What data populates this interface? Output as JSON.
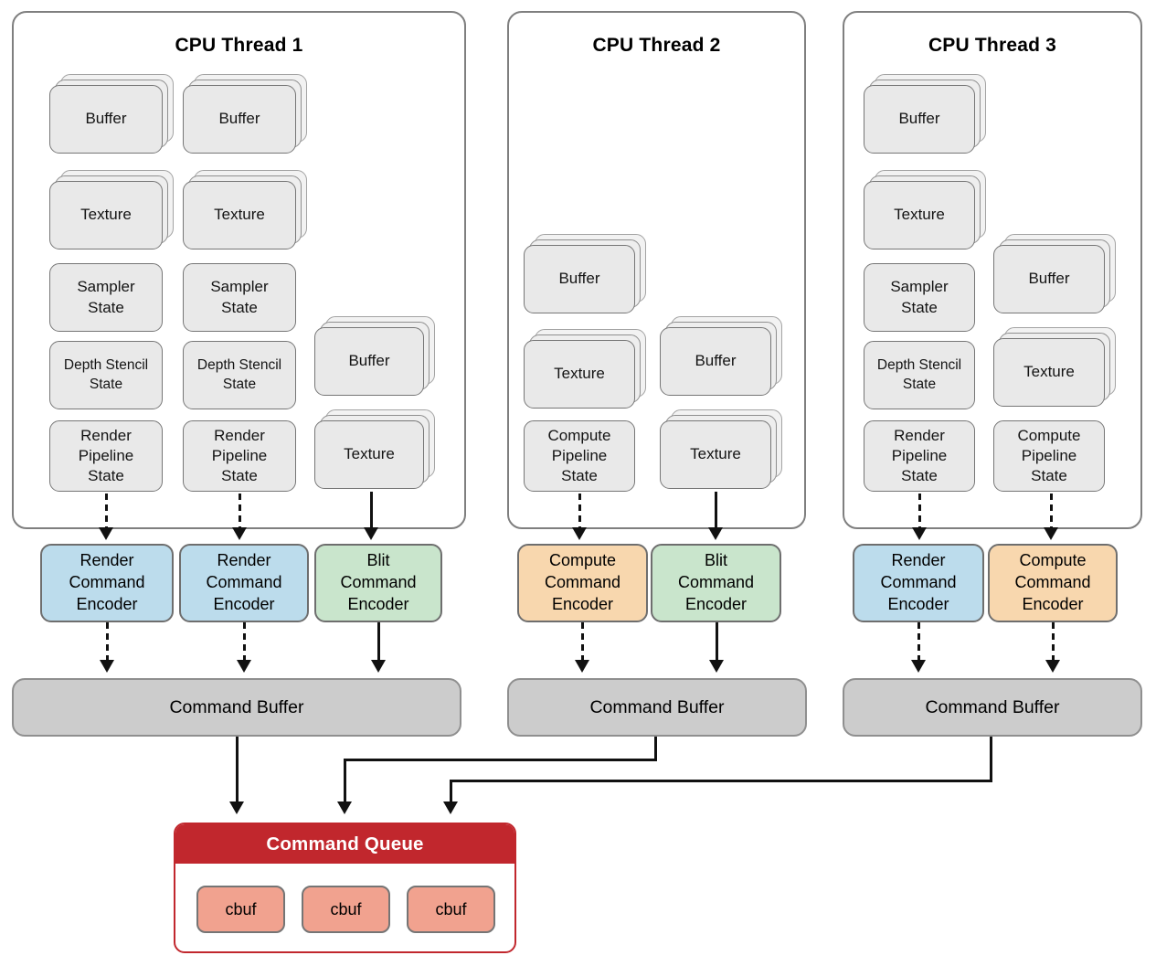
{
  "threads": [
    {
      "title": "CPU Thread 1",
      "resources": [
        {
          "label": "Buffer",
          "stacked": true
        },
        {
          "label": "Buffer",
          "stacked": true
        },
        {
          "label": "Texture",
          "stacked": true
        },
        {
          "label": "Texture",
          "stacked": true
        },
        {
          "label": "Sampler\nState",
          "stacked": false
        },
        {
          "label": "Sampler\nState",
          "stacked": false
        },
        {
          "label": "Depth Stencil\nState",
          "stacked": false
        },
        {
          "label": "Depth Stencil\nState",
          "stacked": false
        },
        {
          "label": "Render\nPipeline\nState",
          "stacked": false
        },
        {
          "label": "Render\nPipeline\nState",
          "stacked": false
        },
        {
          "label": "Buffer",
          "stacked": true
        },
        {
          "label": "Texture",
          "stacked": true
        }
      ],
      "encoders": [
        {
          "label": "Render\nCommand\nEncoder",
          "type": "render"
        },
        {
          "label": "Render\nCommand\nEncoder",
          "type": "render"
        },
        {
          "label": "Blit\nCommand\nEncoder",
          "type": "blit"
        }
      ],
      "command_buffer": "Command Buffer"
    },
    {
      "title": "CPU Thread 2",
      "resources": [
        {
          "label": "Buffer",
          "stacked": true
        },
        {
          "label": "Texture",
          "stacked": true
        },
        {
          "label": "Compute\nPipeline\nState",
          "stacked": false
        },
        {
          "label": "Buffer",
          "stacked": true
        },
        {
          "label": "Texture",
          "stacked": true
        }
      ],
      "encoders": [
        {
          "label": "Compute\nCommand\nEncoder",
          "type": "compute"
        },
        {
          "label": "Blit\nCommand\nEncoder",
          "type": "blit"
        }
      ],
      "command_buffer": "Command Buffer"
    },
    {
      "title": "CPU Thread 3",
      "resources": [
        {
          "label": "Buffer",
          "stacked": true
        },
        {
          "label": "Texture",
          "stacked": true
        },
        {
          "label": "Sampler\nState",
          "stacked": false
        },
        {
          "label": "Depth Stencil\nState",
          "stacked": false
        },
        {
          "label": "Render\nPipeline\nState",
          "stacked": false
        },
        {
          "label": "Buffer",
          "stacked": true
        },
        {
          "label": "Texture",
          "stacked": true
        },
        {
          "label": "Compute\nPipeline\nState",
          "stacked": false
        }
      ],
      "encoders": [
        {
          "label": "Render\nCommand\nEncoder",
          "type": "render"
        },
        {
          "label": "Compute\nCommand\nEncoder",
          "type": "compute"
        }
      ],
      "command_buffer": "Command Buffer"
    }
  ],
  "queue": {
    "title": "Command Queue",
    "items": [
      {
        "label": "cbuf"
      },
      {
        "label": "cbuf"
      },
      {
        "label": "cbuf"
      }
    ]
  },
  "colors": {
    "render_encoder": "#bcdcec",
    "blit_encoder": "#c9e5cc",
    "compute_encoder": "#f8d7ae",
    "resource_card": "#e9e9e9",
    "command_buffer": "#cccccc",
    "queue_red": "#c1272d",
    "cbuf_fill": "#f1a28f"
  }
}
